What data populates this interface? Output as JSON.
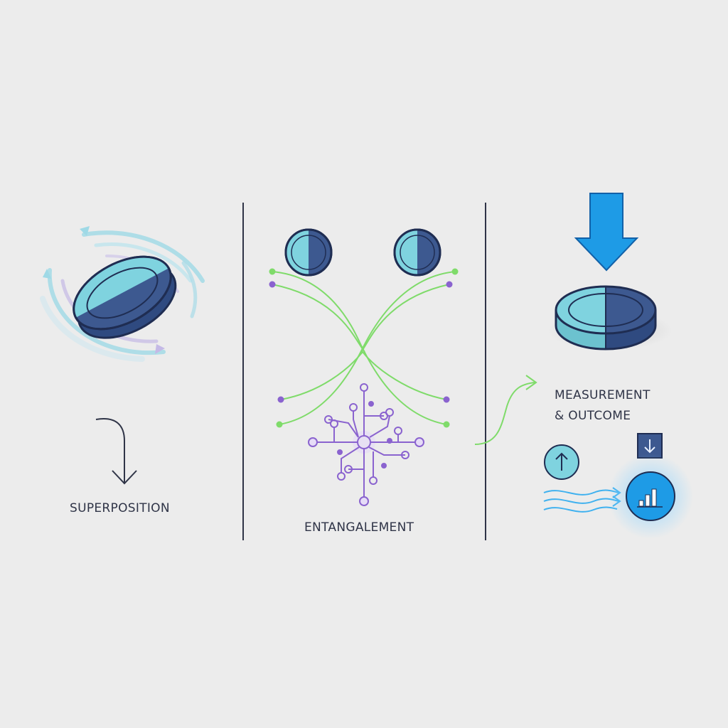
{
  "panels": {
    "superposition": {
      "label": "SUPERPOSITION"
    },
    "entanglement": {
      "label": "ENTANGALEMENT"
    },
    "measurement": {
      "label_line1": "MEASUREMENT",
      "label_line2": "& OUTCOME"
    }
  },
  "colors": {
    "background": "#ececec",
    "qubit_light": "#7fd3df",
    "qubit_dark": "#3d5990",
    "outline": "#1f2d52",
    "entangle_green": "#7fdb6a",
    "circuit_purple": "#8a63cf",
    "measure_blue": "#1e9be6",
    "divider": "#2f3447"
  },
  "icons": {
    "measure_arrow": "arrow-down-icon",
    "state_up": "arrow-up-circle-icon",
    "state_down": "arrow-down-square-icon",
    "outcome": "bar-chart-icon"
  }
}
